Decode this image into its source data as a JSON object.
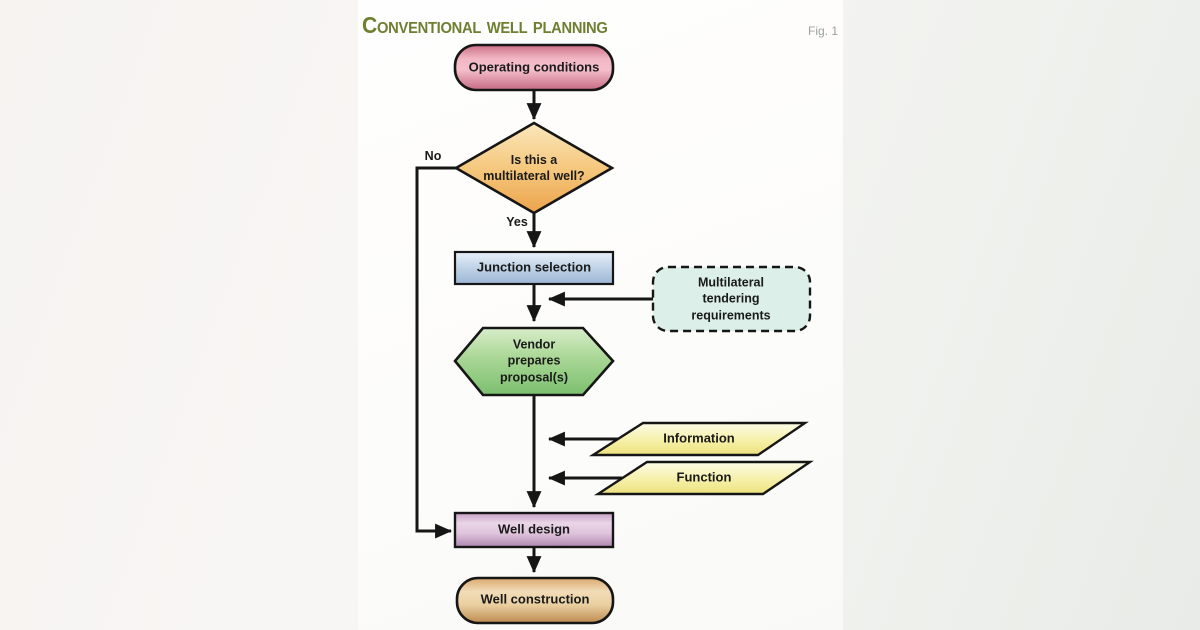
{
  "figure": {
    "title": "Conventional well planning",
    "fig_label": "Fig. 1"
  },
  "nodes": {
    "operating": {
      "label": "Operating conditions",
      "shape": "terminator"
    },
    "decision": {
      "label": "Is this a multilateral well?",
      "shape": "decision"
    },
    "junction": {
      "label": "Junction selection",
      "shape": "process"
    },
    "tendering": {
      "label": "Multilateral tendering requirements",
      "shape": "dashed-callout"
    },
    "vendor": {
      "label": "Vendor prepares proposal(s)",
      "shape": "hexagon"
    },
    "information": {
      "label": "Information",
      "shape": "parallelogram"
    },
    "function": {
      "label": "Function",
      "shape": "parallelogram"
    },
    "well_design": {
      "label": "Well design",
      "shape": "process"
    },
    "well_construction": {
      "label": "Well construction",
      "shape": "terminator"
    }
  },
  "edges": {
    "no_label": "No",
    "yes_label": "Yes"
  },
  "palette": {
    "title_text": "#6e7f31",
    "fig_label_text": "#9aa09e",
    "connector": "#161616",
    "operating_fill": "#f0b3c1",
    "decision_fill": "#f5c87e",
    "junction_fill": "#c3d5e8",
    "tendering_fill": "#dcefe9",
    "vendor_fill": "#a9d795",
    "data_fill": "#f6f0a8",
    "well_design_fill": "#dfc4dc",
    "well_construction_fill": "#eacfa0"
  }
}
